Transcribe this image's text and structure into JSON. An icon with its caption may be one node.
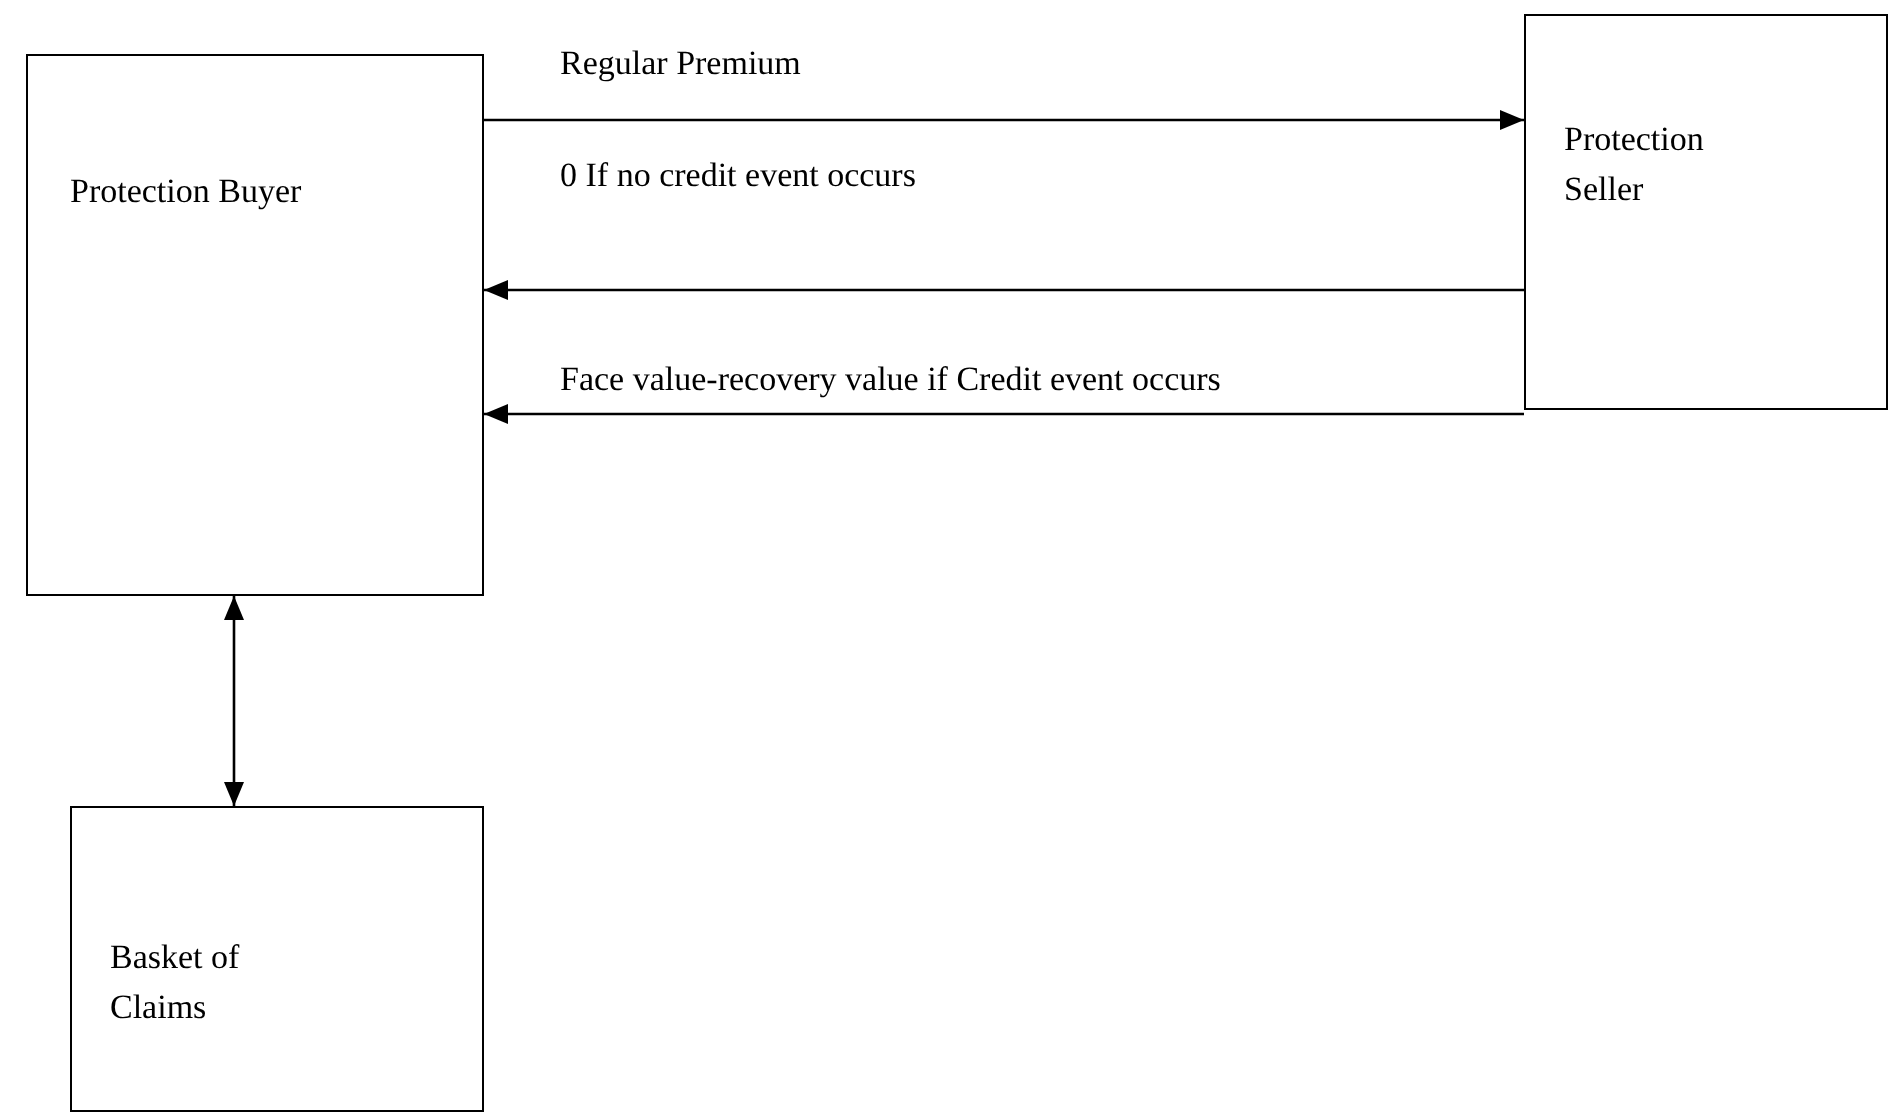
{
  "diagram": {
    "nodes": [
      {
        "text": [
          "Protection Buyer"
        ]
      },
      {
        "text": [
          "Protection Seller"
        ]
      },
      {
        "text": [
          "Basket of Claims"
        ]
      }
    ],
    "edges": [
      {
        "from": 0,
        "to": 1,
        "arrow": "to",
        "label": "Regular Premium"
      },
      {
        "from": 1,
        "to": 0,
        "arrow": "to",
        "label": "0 If no credit event occurs"
      },
      {
        "from": 1,
        "to": 0,
        "arrow": "to",
        "label": "Face value-recovery value if Credit event occurs"
      },
      {
        "from": 0,
        "to": 2,
        "arrow": "both"
      }
    ]
  }
}
